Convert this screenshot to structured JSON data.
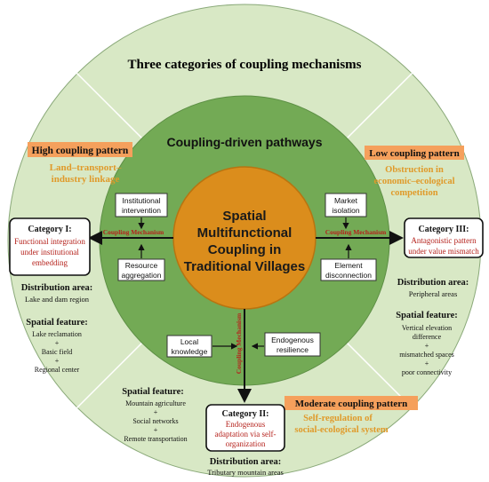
{
  "outer_title": "Three categories of coupling mechanisms",
  "pathways_title": "Coupling-driven pathways",
  "center": {
    "line1": "Spatial",
    "line2": "Multifunctional",
    "line3": "Coupling in",
    "line4": "Traditional Villages"
  },
  "mechanism_label": "Coupling Mechanism",
  "drivers": {
    "institutional_1": "Institutional",
    "institutional_2": "intervention",
    "resource_1": "Resource",
    "resource_2": "aggregation",
    "market_1": "Market",
    "market_2": "isolation",
    "element_1": "Element",
    "element_2": "disconnection",
    "local_1": "Local",
    "local_2": "knowledge",
    "endogenous_1": "Endogenous",
    "endogenous_2": "resilience"
  },
  "patterns": {
    "high": {
      "label": "High coupling pattern",
      "desc1": "Land–transport–",
      "desc2": "industry linkage"
    },
    "low": {
      "label": "Low coupling pattern",
      "desc1": "Obstruction in",
      "desc2": "economic–ecological",
      "desc3": "competition"
    },
    "moderate": {
      "label": "Moderate coupling pattern",
      "desc1": "Self-regulation of",
      "desc2": "social-ecological system"
    }
  },
  "categories": {
    "c1": {
      "title": "Category I:",
      "line1": "Functional integration",
      "line2": "under institutional",
      "line3": "embedding"
    },
    "c2": {
      "title": "Category II:",
      "line1": "Endogenous",
      "line2": "adaptation via self-",
      "line3": "organization"
    },
    "c3": {
      "title": "Category III:",
      "line1": "Antagonistic pattern",
      "line2": "under value mismatch"
    }
  },
  "left_info": {
    "dist_title": "Distribution area:",
    "dist_value": "Lake and dam region",
    "feat_title": "Spatial feature:",
    "feat_1": "Lake reclamation",
    "feat_2": "Basic field",
    "feat_3": "Regional center"
  },
  "right_info": {
    "dist_title": "Distribution area:",
    "dist_value": "Peripheral areas",
    "feat_title": "Spatial feature:",
    "feat_1a": "Vertical elevation",
    "feat_1b": "difference",
    "feat_2": "mismatched spaces",
    "feat_3": "poor connectivity"
  },
  "bottom_info": {
    "feat_title": "Spatial feature:",
    "feat_1": "Mountain agriculture",
    "feat_2": "Social networks",
    "feat_3": "Remote transportation",
    "dist_title": "Distribution area:",
    "dist_value": "Tributary mountain areas"
  },
  "plus": "+",
  "colors": {
    "outer_ring": "#d8e8c5",
    "middle_ring": "#73aa55",
    "core": "#db8d1c",
    "highlight": "#f5a05c",
    "orange_text": "#e09a2a",
    "red_text": "#b5221c"
  }
}
